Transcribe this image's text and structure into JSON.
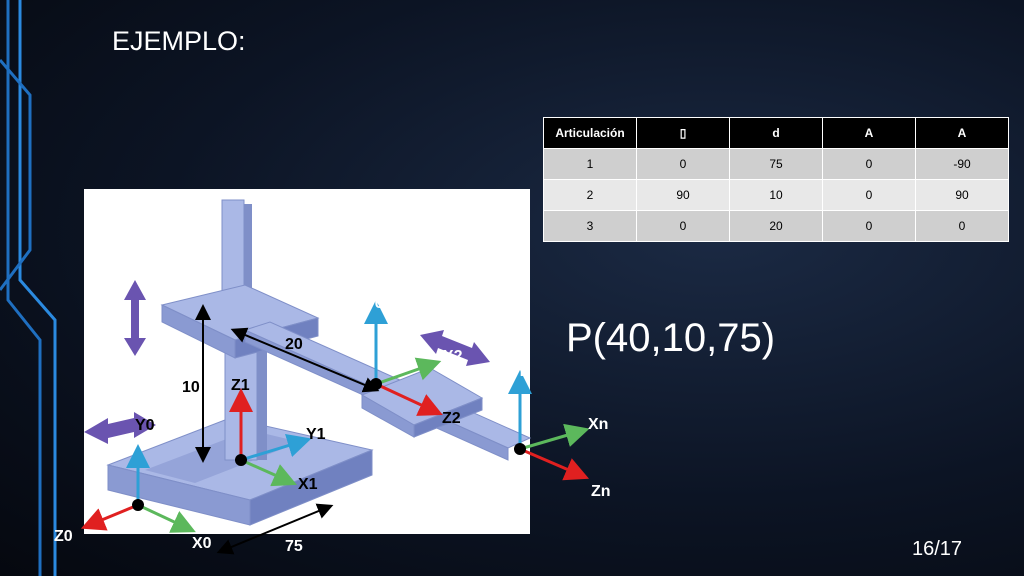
{
  "slide": {
    "title": "EJEMPLO:",
    "point": "P(40,10,75)",
    "page": "16/17"
  },
  "dh_table": {
    "headers": [
      "Articulación",
      "",
      "d",
      "A",
      "A"
    ],
    "rows": [
      [
        "1",
        "0",
        "75",
        "0",
        "-90"
      ],
      [
        "2",
        "90",
        "10",
        "0",
        "90"
      ],
      [
        "3",
        "0",
        "20",
        "0",
        "0"
      ]
    ]
  },
  "figure": {
    "labels": {
      "y0_top": "Y0",
      "x2": "X2",
      "yn": "Yn",
      "d20": "20",
      "z1": "Z1",
      "d10": "10",
      "z2": "Z2",
      "xn": "Xn",
      "y0_left": "Y0",
      "y1": "Y1",
      "x1": "X1",
      "zn": "Zn",
      "z0": "Z0",
      "x0": "X0",
      "d75": "75"
    },
    "colors": {
      "x_axis": "#5cb85c",
      "y_axis": "#2ea0d6",
      "z_axis": "#e02020",
      "robot_fill": "#aab8e6",
      "robot_shade": "#7f8fc8",
      "motion_arrow": "#6a54b0"
    }
  }
}
